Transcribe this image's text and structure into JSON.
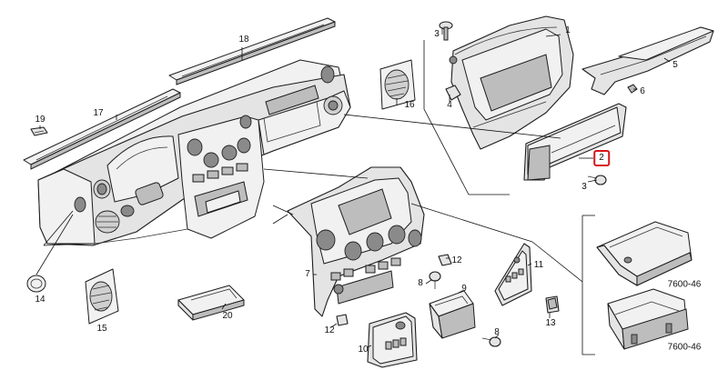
{
  "diagram": {
    "callouts": [
      {
        "id": "c1",
        "label": "1"
      },
      {
        "id": "c2",
        "label": "2",
        "highlighted": true,
        "highlight_color": "#d8141b"
      },
      {
        "id": "c3a",
        "label": "3"
      },
      {
        "id": "c3b",
        "label": "3"
      },
      {
        "id": "c4",
        "label": "4"
      },
      {
        "id": "c5",
        "label": "5"
      },
      {
        "id": "c6",
        "label": "6"
      },
      {
        "id": "c7",
        "label": "7"
      },
      {
        "id": "c8a",
        "label": "8"
      },
      {
        "id": "c8b",
        "label": "8"
      },
      {
        "id": "c9",
        "label": "9"
      },
      {
        "id": "c10",
        "label": "10"
      },
      {
        "id": "c11",
        "label": "11"
      },
      {
        "id": "c12a",
        "label": "12"
      },
      {
        "id": "c12b",
        "label": "12"
      },
      {
        "id": "c13",
        "label": "13"
      },
      {
        "id": "c14",
        "label": "14"
      },
      {
        "id": "c15",
        "label": "15"
      },
      {
        "id": "c16",
        "label": "16"
      },
      {
        "id": "c17",
        "label": "17"
      },
      {
        "id": "c18",
        "label": "18"
      },
      {
        "id": "c19",
        "label": "19"
      },
      {
        "id": "c20",
        "label": "20"
      }
    ],
    "variant_codes": [
      "7600-46",
      "7600-46"
    ]
  }
}
